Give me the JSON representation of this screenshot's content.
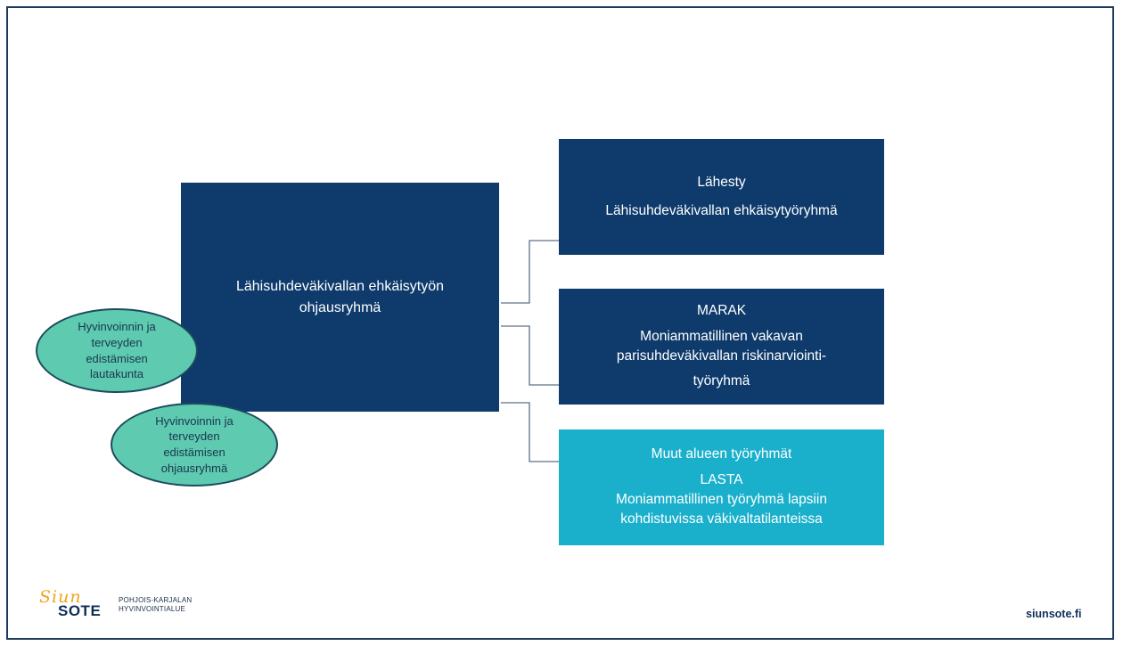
{
  "main_box": {
    "lines": [
      "Lähisuhdeväkivallan ehkäisytyön",
      "ohjausryhmä"
    ]
  },
  "groups": [
    {
      "lines": [
        "Lähesty",
        "Lähisuhdeväkivallan ehkäisytyöryhmä"
      ]
    },
    {
      "lines": [
        "MARAK",
        "Moniammatillinen vakavan",
        "parisuhdeväkivallan riskinarviointi-",
        "työryhmä"
      ]
    },
    {
      "lines": [
        "Muut alueen työryhmät",
        "LASTA",
        "Moniammatillinen työryhmä lapsiin",
        "kohdistuvissa väkivaltatilanteissa"
      ]
    }
  ],
  "ellipses": [
    {
      "lines": [
        "Hyvinvoinnin ja",
        "terveyden",
        "edistämisen",
        "lautakunta"
      ]
    },
    {
      "lines": [
        "Hyvinvoinnin ja",
        "terveyden",
        "edistämisen",
        "ohjausryhmä"
      ]
    }
  ],
  "logo": {
    "script": "Siun",
    "sote": "SOTE",
    "region_line1": "POHJOIS-KARJALAN",
    "region_line2": "HYVINVOINTIALUE"
  },
  "website": "siunsote.fi",
  "colors": {
    "dark_box": "#0e3b6c",
    "cyan_box": "#1ab0cc",
    "ellipse_fill": "#5ecbb0",
    "connector": "#5f7186"
  }
}
